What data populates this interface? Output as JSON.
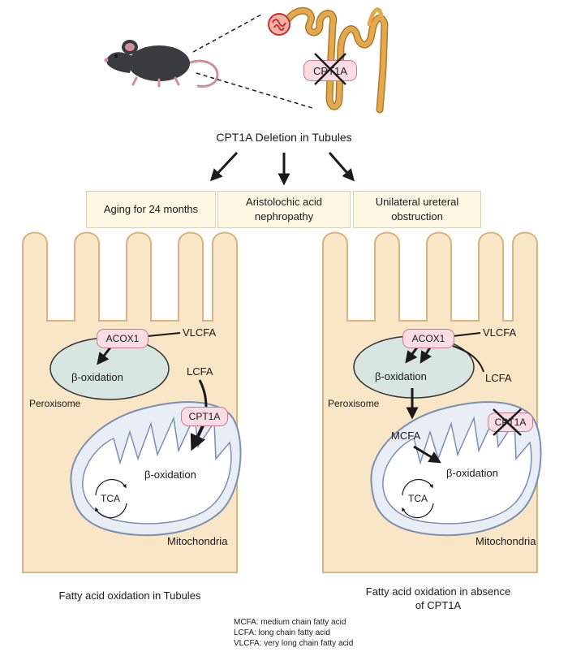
{
  "header": {
    "caption": "CPT1A Deletion in Tubules",
    "kidney_marker": "CPT1A"
  },
  "conditions": [
    {
      "label": "Aging for 24 months"
    },
    {
      "label": "Aristolochic acid nephropathy"
    },
    {
      "label": "Unilateral ureteral obstruction"
    }
  ],
  "left_cell": {
    "acox1": "ACOX1",
    "vlcfa": "VLCFA",
    "peroxisome_oxidation": "β-oxidation",
    "peroxisome": "Peroxisome",
    "lcfa": "LCFA",
    "cpt1a": "CPT1A",
    "mito_oxidation": "β-oxidation",
    "tca": "TCA",
    "mitochondria": "Mitochondria",
    "caption": "Fatty acid oxidation in Tubules"
  },
  "right_cell": {
    "acox1": "ACOX1",
    "vlcfa": "VLCFA",
    "lcfa": "LCFA",
    "peroxisome_oxidation": "β-oxidation",
    "peroxisome": "Peroxisome",
    "mcfa": "MCFA",
    "cpt1a": "CPT1A",
    "mito_oxidation": "β-oxidation",
    "tca": "TCA",
    "mitochondria": "Mitochondria",
    "caption_line1": "Fatty acid oxidation in absence",
    "caption_line2": "of CPT1A"
  },
  "legend": [
    "MCFA: medium chain fatty acid",
    "LCFA: long chain fatty acid",
    "VLCFA: very long chain fatty acid"
  ],
  "colors": {
    "cell_fill": "#f8e6c6",
    "cell_stroke": "#d7b582",
    "peroxisome_fill": "#d7e6e0",
    "mito_fill": "#e9eef6",
    "mito_stroke": "#7a8fb2",
    "tubule": "#e2a94f",
    "glomerulus": "#c8302c",
    "box_fill": "#fdf8e4",
    "pill_fill": "#f9dde3"
  }
}
